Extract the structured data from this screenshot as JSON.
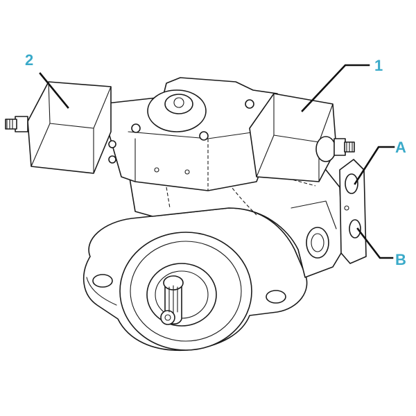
{
  "labels": {
    "solenoid_2": "2",
    "solenoid_1": "1",
    "port_a": "A",
    "port_b": "B"
  },
  "colors": {
    "label": "#3aaac9",
    "ink": "#1a1a1a",
    "background": "#ffffff"
  }
}
